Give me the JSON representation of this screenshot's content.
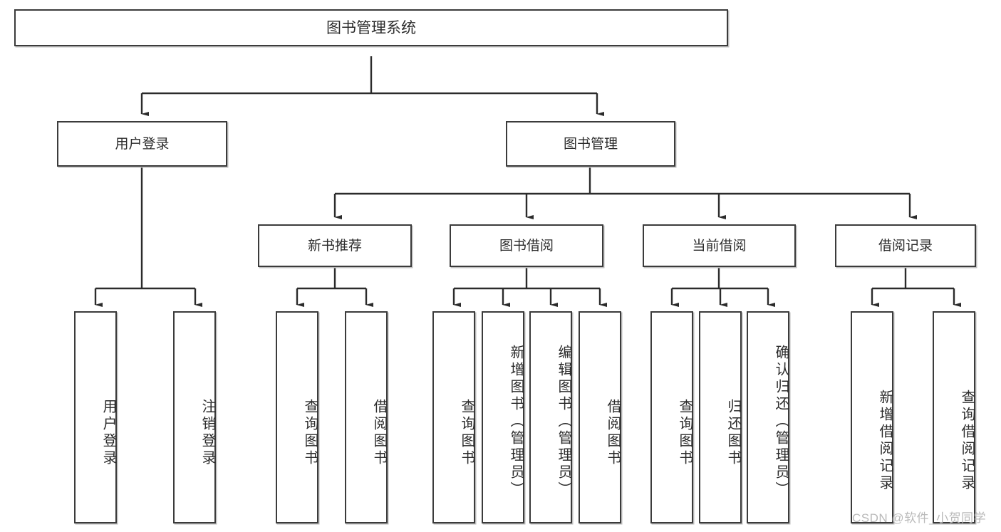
{
  "diagram": {
    "type": "tree",
    "title": "图书管理系统",
    "watermark": "CSDN @软件_小贺同学",
    "style": {
      "box_border": "#3b3b3b",
      "box_fill": "#ffffff",
      "connector": "#2b2b2b",
      "background": "#ffffff",
      "watermark_color": "#b9b9b9"
    },
    "nodes": {
      "root": {
        "label": "图书管理系统"
      },
      "level2": [
        {
          "id": "user-login",
          "label": "用户登录"
        },
        {
          "id": "book-management",
          "label": "图书管理"
        }
      ],
      "level3": [
        {
          "id": "new-book-recommend",
          "label": "新书推荐",
          "parent": "book-management"
        },
        {
          "id": "book-borrow",
          "label": "图书借阅",
          "parent": "book-management"
        },
        {
          "id": "current-borrow",
          "label": "当前借阅",
          "parent": "book-management"
        },
        {
          "id": "borrow-record",
          "label": "借阅记录",
          "parent": "book-management"
        }
      ],
      "leaves": [
        {
          "id": "leaf-user-login",
          "label": "用户登录",
          "parent": "user-login"
        },
        {
          "id": "leaf-logout-login",
          "label": "注销登录",
          "parent": "user-login"
        },
        {
          "id": "leaf-query-book-1",
          "label": "查询图书",
          "parent": "new-book-recommend"
        },
        {
          "id": "leaf-borrow-book-1",
          "label": "借阅图书",
          "parent": "new-book-recommend"
        },
        {
          "id": "leaf-query-book-2",
          "label": "查询图书",
          "parent": "book-borrow"
        },
        {
          "id": "leaf-add-book",
          "label": "新增图书（管理员）",
          "parent": "book-borrow"
        },
        {
          "id": "leaf-edit-book",
          "label": "编辑图书（管理员）",
          "parent": "book-borrow"
        },
        {
          "id": "leaf-borrow-book-2",
          "label": "借阅图书",
          "parent": "book-borrow"
        },
        {
          "id": "leaf-query-book-3",
          "label": "查询图书",
          "parent": "current-borrow"
        },
        {
          "id": "leaf-return-book",
          "label": "归还图书",
          "parent": "current-borrow"
        },
        {
          "id": "leaf-confirm-return",
          "label": "确认归还（管理员）",
          "parent": "current-borrow"
        },
        {
          "id": "leaf-add-record",
          "label": "新增借阅记录",
          "parent": "borrow-record"
        },
        {
          "id": "leaf-query-record",
          "label": "查询借阅记录",
          "parent": "borrow-record"
        }
      ]
    }
  }
}
